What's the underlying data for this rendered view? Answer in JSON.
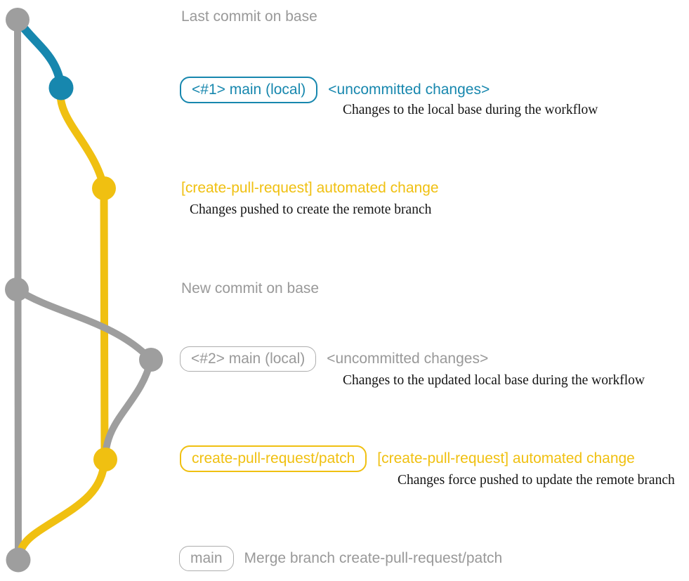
{
  "colors": {
    "gray_line": "#9e9e9e",
    "gray_text": "#999999",
    "gray_border": "#aeaeae",
    "blue": "#1787ae",
    "yellow": "#f0c011",
    "yellow_text": "#f0c011",
    "ink": "#141414"
  },
  "graph": {
    "branches": [
      "base",
      "main (local)",
      "create-pull-request/patch"
    ],
    "commit_dots": [
      {
        "name": "last-commit-on-base",
        "color": "gray"
      },
      {
        "name": "uncommitted-changes-1",
        "color": "blue"
      },
      {
        "name": "automated-change-1",
        "color": "yellow"
      },
      {
        "name": "new-commit-on-base",
        "color": "gray"
      },
      {
        "name": "uncommitted-changes-2",
        "color": "gray"
      },
      {
        "name": "automated-change-2",
        "color": "yellow"
      },
      {
        "name": "merge-commit",
        "color": "gray"
      }
    ]
  },
  "rows": {
    "last_commit": {
      "label": "Last commit on base"
    },
    "commit1": {
      "badge": "<#1> main (local)",
      "title": "<uncommitted changes>",
      "caption": "Changes to the local base during the workflow"
    },
    "push1": {
      "title": "[create-pull-request] automated change",
      "caption": "Changes pushed to create the remote branch"
    },
    "new_commit": {
      "label": "New commit on base"
    },
    "commit2": {
      "badge": "<#2> main (local)",
      "title": "<uncommitted changes>",
      "caption": "Changes to the updated local base during the workflow"
    },
    "push2": {
      "badge": "create-pull-request/patch",
      "title": "[create-pull-request] automated change",
      "caption": "Changes force pushed to update the remote branch"
    },
    "merge": {
      "badge": "main",
      "title": "Merge branch create-pull-request/patch"
    }
  }
}
